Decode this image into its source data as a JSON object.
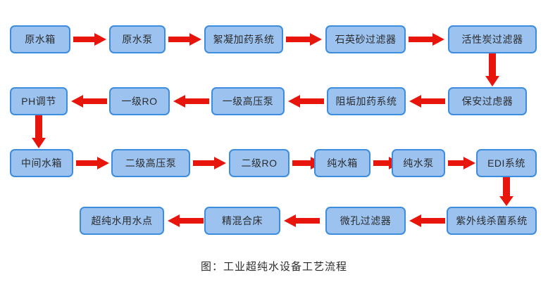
{
  "diagram": {
    "title": "工业超纯水设备工艺流程",
    "caption": "图：工业超纯水设备工艺流程",
    "colors": {
      "node_fill": "#9CC3F0",
      "node_border": "#3C8DDE",
      "arrow": "#E8150C",
      "background": "#FFFFFF",
      "text": "#2B2B2B"
    },
    "rows": [
      {
        "name": "row-1-pretreatment",
        "direction": "left-to-right",
        "nodes": [
          {
            "id": "n1",
            "label": "原水箱"
          },
          {
            "id": "n2",
            "label": "原水泵"
          },
          {
            "id": "n3",
            "label": "絮凝加药系统"
          },
          {
            "id": "n4",
            "label": "石英砂过滤器"
          },
          {
            "id": "n5",
            "label": "活性炭过滤器"
          }
        ]
      },
      {
        "name": "row-2-ro-stage-one",
        "direction": "right-to-left",
        "nodes": [
          {
            "id": "n10",
            "label": "PH调节"
          },
          {
            "id": "n9",
            "label": "一级RO"
          },
          {
            "id": "n8",
            "label": "一级高压泵"
          },
          {
            "id": "n7",
            "label": "阻垢加药系统"
          },
          {
            "id": "n6",
            "label": "保安过虑器"
          }
        ]
      },
      {
        "name": "row-3-ro-stage-two",
        "direction": "left-to-right",
        "nodes": [
          {
            "id": "n11",
            "label": "中间水箱"
          },
          {
            "id": "n12",
            "label": "二级高压泵"
          },
          {
            "id": "n13",
            "label": "二级RO"
          },
          {
            "id": "n14",
            "label": "纯水箱"
          },
          {
            "id": "n15",
            "label": "纯水泵"
          },
          {
            "id": "n16",
            "label": "EDI系统"
          }
        ]
      },
      {
        "name": "row-4-polishing",
        "direction": "right-to-left",
        "nodes": [
          {
            "id": "n20",
            "label": "超纯水用水点"
          },
          {
            "id": "n19",
            "label": "精混合床"
          },
          {
            "id": "n18",
            "label": "微孔过滤器"
          },
          {
            "id": "n17",
            "label": "紫外线杀菌系统"
          }
        ]
      }
    ],
    "connectors": [
      {
        "from": "原水箱",
        "to": "原水泵",
        "direction": "right"
      },
      {
        "from": "原水泵",
        "to": "絮凝加药系统",
        "direction": "right"
      },
      {
        "from": "絮凝加药系统",
        "to": "石英砂过滤器",
        "direction": "right"
      },
      {
        "from": "石英砂过滤器",
        "to": "活性炭过滤器",
        "direction": "right"
      },
      {
        "from": "活性炭过滤器",
        "to": "保安过虑器",
        "direction": "down"
      },
      {
        "from": "保安过虑器",
        "to": "阻垢加药系统",
        "direction": "left"
      },
      {
        "from": "阻垢加药系统",
        "to": "一级高压泵",
        "direction": "left"
      },
      {
        "from": "一级高压泵",
        "to": "一级RO",
        "direction": "left"
      },
      {
        "from": "一级RO",
        "to": "PH调节",
        "direction": "left"
      },
      {
        "from": "PH调节",
        "to": "中间水箱",
        "direction": "down"
      },
      {
        "from": "中间水箱",
        "to": "二级高压泵",
        "direction": "right"
      },
      {
        "from": "二级高压泵",
        "to": "二级RO",
        "direction": "right"
      },
      {
        "from": "二级RO",
        "to": "纯水箱",
        "direction": "right"
      },
      {
        "from": "纯水箱",
        "to": "纯水泵",
        "direction": "right"
      },
      {
        "from": "纯水泵",
        "to": "EDI系统",
        "direction": "right"
      },
      {
        "from": "EDI系统",
        "to": "紫外线杀菌系统",
        "direction": "down"
      },
      {
        "from": "紫外线杀菌系统",
        "to": "微孔过滤器",
        "direction": "left"
      },
      {
        "from": "微孔过滤器",
        "to": "精混合床",
        "direction": "left"
      },
      {
        "from": "精混合床",
        "to": "超纯水用水点",
        "direction": "left"
      }
    ]
  }
}
